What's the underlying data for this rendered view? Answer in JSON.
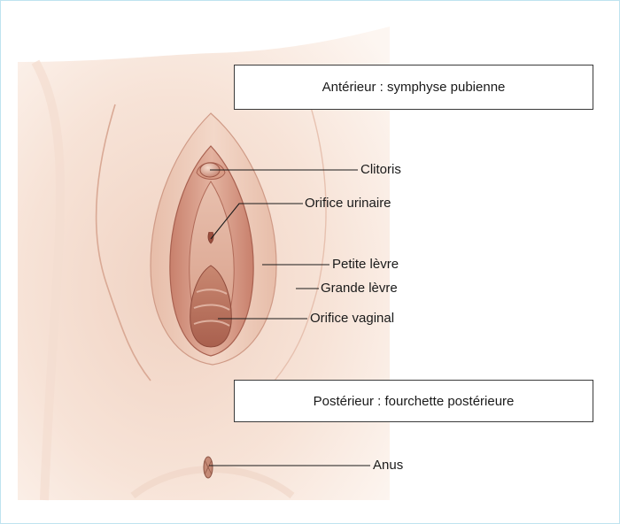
{
  "boxes": {
    "anterior": "Antérieur : symphyse pubienne",
    "posterior": "Postérieur : fourchette postérieure"
  },
  "labels": {
    "clitoris": "Clitoris",
    "urinary_orifice": "Orifice urinaire",
    "labia_minora": "Petite lèvre",
    "labia_majora": "Grande lèvre",
    "vaginal_orifice": "Orifice vaginal",
    "anus": "Anus"
  },
  "colors": {
    "skin_light": "#fbf1ea",
    "skin_mid": "#eccbbb",
    "skin_dark": "#c98f7c",
    "tissue_pink": "#d9a08c",
    "tissue_deep": "#b5705e",
    "leader_line": "#1a1a1a",
    "frame_border": "#bfe3f0"
  }
}
